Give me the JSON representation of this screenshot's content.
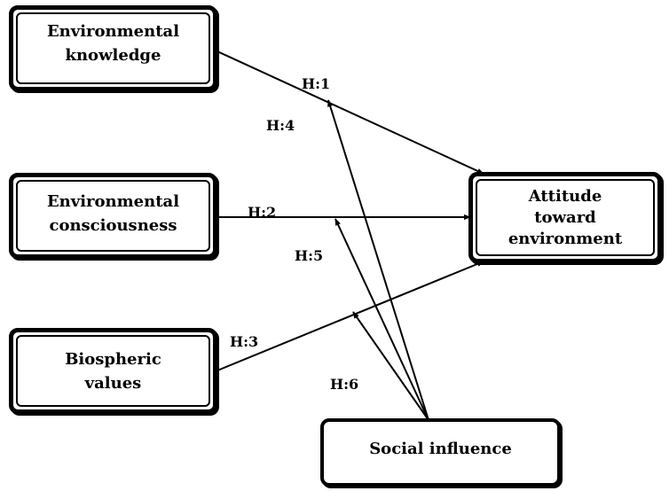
{
  "nodes": {
    "env_knowledge": {
      "line1": "Environmental",
      "line2": "knowledge"
    },
    "env_consciousness": {
      "line1": "Environmental",
      "line2": "consciousness"
    },
    "biospheric": {
      "line1": "Biospheric",
      "line2": "values"
    },
    "attitude": {
      "line1": "Attitude",
      "line2": "toward",
      "line3": "environment"
    },
    "social": {
      "line1": "Social influence"
    }
  },
  "hypotheses": {
    "h1": "H:1",
    "h2": "H:2",
    "h3": "H:3",
    "h4": "H:4",
    "h5": "H:5",
    "h6": "H:6"
  }
}
